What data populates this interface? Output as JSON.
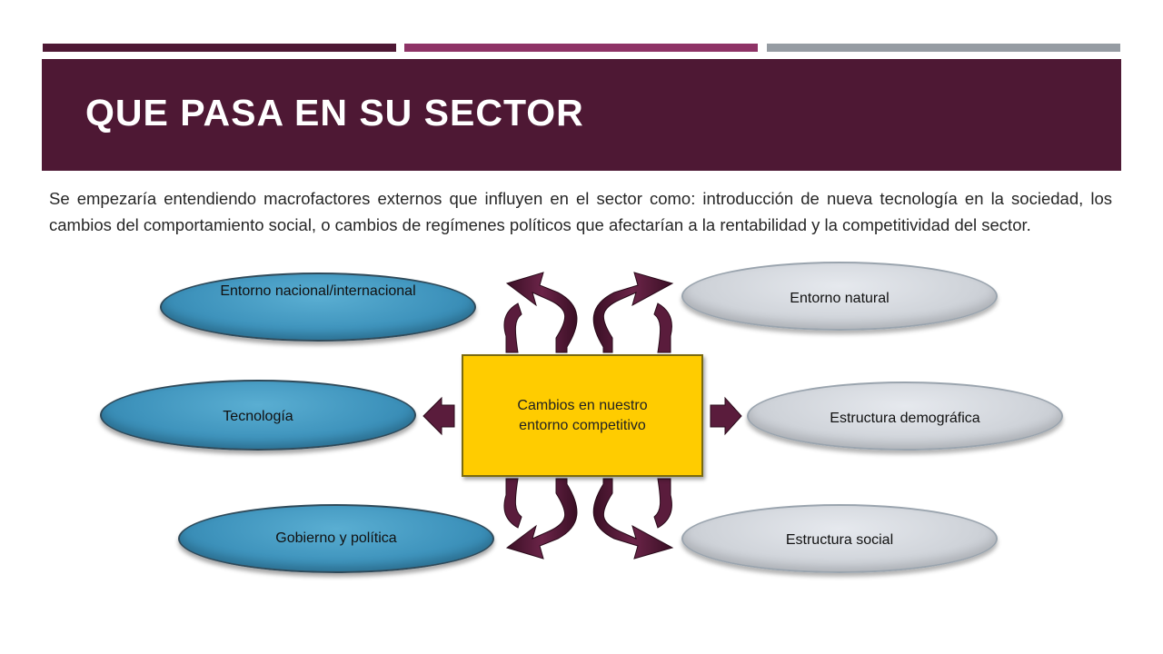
{
  "slide": {
    "title": "QUE PASA EN SU SECTOR",
    "intro": "Se empezaría entendiendo macrofactores externos que influyen en el sector como: introducción de nueva tecnología en la sociedad, los cambios del comportamiento social, o cambios de regímenes políticos que afectarían a la rentabilidad y la competitividad del sector."
  },
  "diagram": {
    "center": "Cambios en nuestro entorno competitivo",
    "left": [
      "Entorno nacional/internacional",
      "Tecnología",
      "Gobierno y política"
    ],
    "right": [
      "Entorno natural",
      "Estructura demográfica",
      "Estructura social"
    ]
  },
  "colors": {
    "title_band": "#4e1834",
    "top_bar_1": "#4e1834",
    "top_bar_2": "#8e3366",
    "top_bar_3": "#969ca3",
    "center_box": "#ffcc00",
    "oval_blue": "#3f94bd",
    "oval_grey": "#cfd3d9",
    "arrow": "#4e1834"
  }
}
